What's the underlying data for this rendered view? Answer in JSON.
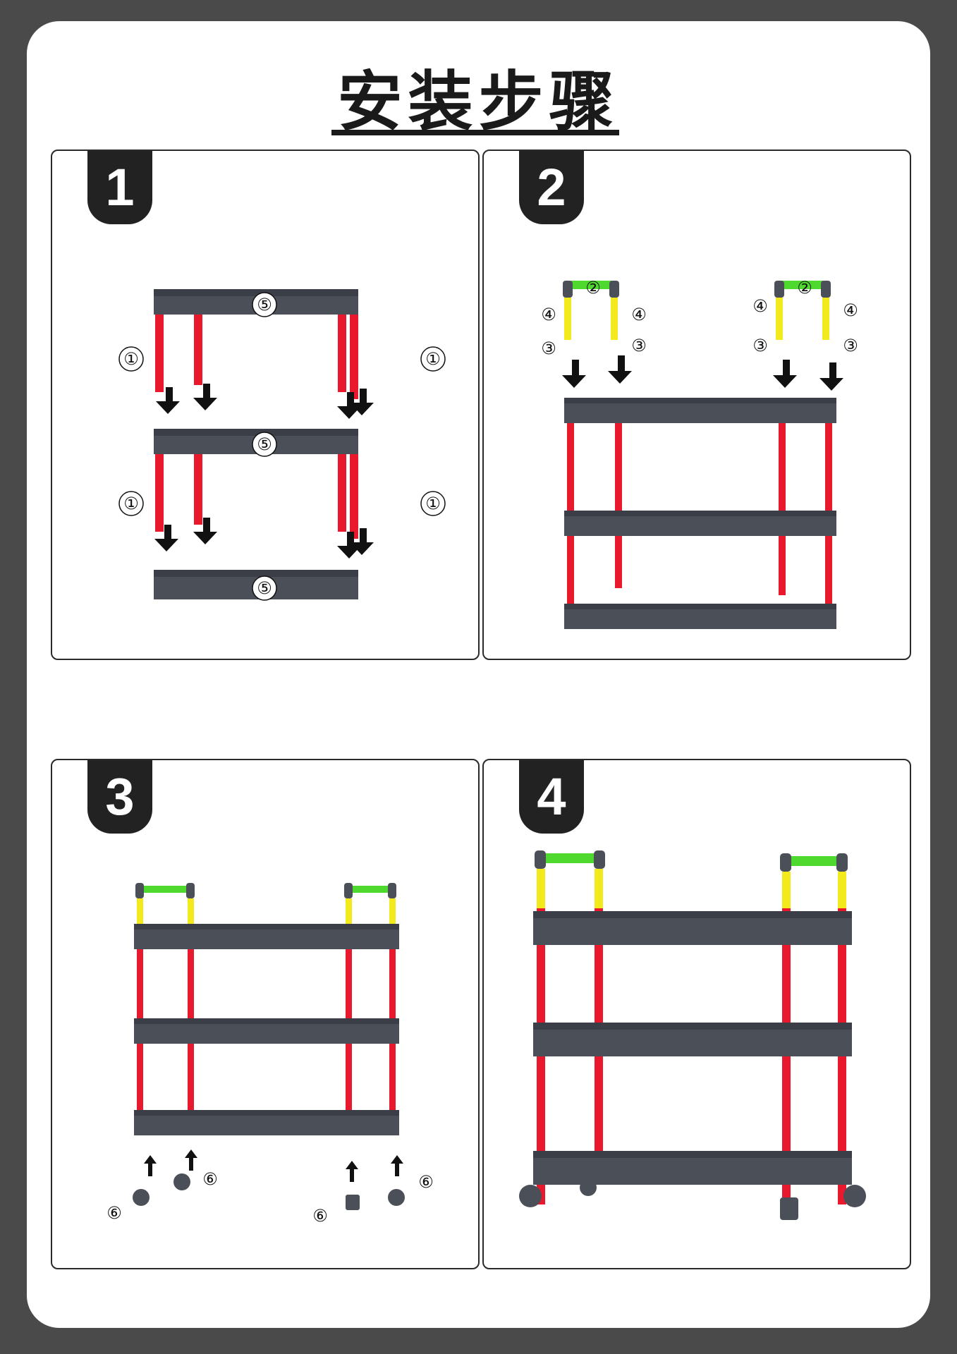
{
  "title": "安装步骤",
  "colors": {
    "background": "#4a4a4a",
    "card": "#ffffff",
    "shelf": "#4b4f58",
    "pole": "#e8192c",
    "extension": "#f2ea1c",
    "handle": "#4fd92f",
    "connector": "#4b4f58",
    "arrow": "#111111"
  },
  "steps": [
    {
      "number": "1",
      "labels": {
        "pole": "①",
        "shelf": "⑤"
      }
    },
    {
      "number": "2",
      "labels": {
        "handle": "②",
        "extension": "③",
        "connector": "④"
      }
    },
    {
      "number": "3",
      "labels": {
        "wheel": "⑥"
      }
    },
    {
      "number": "4",
      "labels": {}
    }
  ]
}
